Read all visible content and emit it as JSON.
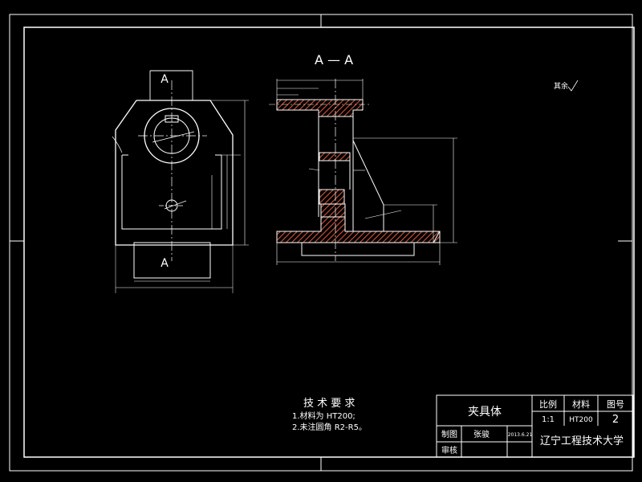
{
  "section_label": "A — A",
  "section_mark_top": "A",
  "section_mark_bottom": "A",
  "roughness_note": "其余",
  "tech_requirements": {
    "title": "技 术 要 求",
    "items": [
      "1.材料为 HT200;",
      "2.未注圆角 R2-R5。"
    ]
  },
  "title_block": {
    "part_name": "夹具体",
    "scale_label": "比例",
    "material_label": "材料",
    "drawing_no_label": "图号",
    "scale": "1:1",
    "material": "HT200",
    "drawing_no": "2",
    "drawn_by_label": "制图",
    "drawn_by": "张骏",
    "date": "2013.6.21",
    "checked_by_label": "审核",
    "school": "辽宁工程技术大学"
  },
  "colors": {
    "background": "#000000",
    "line": "#ffffff",
    "hatch": "#d2563a",
    "dimension": "#ffffff"
  }
}
